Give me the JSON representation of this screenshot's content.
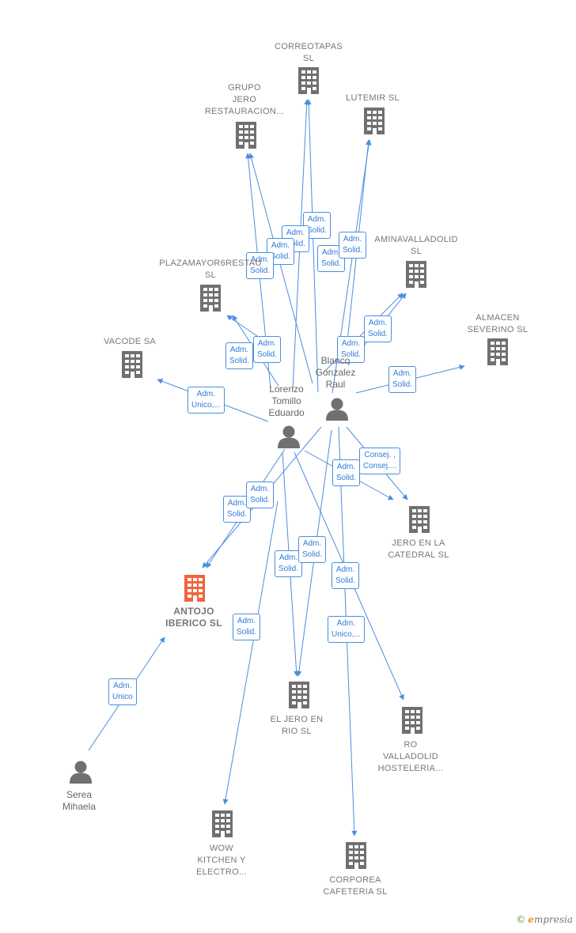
{
  "colors": {
    "edge": "#4a8ee0",
    "company": "#707070",
    "highlight": "#f0643c",
    "person": "#707070"
  },
  "companies": [
    {
      "id": "correotapas",
      "label": "CORREOTAPAS\nSL",
      "highlight": false
    },
    {
      "id": "grupo_jero",
      "label": "GRUPO\nJERO\nRESTAURACION...",
      "highlight": false
    },
    {
      "id": "lutemir",
      "label": "LUTEMIR  SL",
      "highlight": false
    },
    {
      "id": "caminavalladolid",
      "label": "AMINAVALLADOLID\nSL",
      "highlight": false
    },
    {
      "id": "plazamayor",
      "label": "PLAZAMAYOR6RESTAU\nSL",
      "highlight": false
    },
    {
      "id": "vacode",
      "label": "VACODE SA",
      "highlight": false
    },
    {
      "id": "almacen",
      "label": "ALMACEN\nSEVERINO  SL",
      "highlight": false
    },
    {
      "id": "jero_catedral",
      "label": "JERO EN LA\nCATEDRAL  SL",
      "highlight": false
    },
    {
      "id": "antojo",
      "label": "ANTOJO\nIBERICO  SL",
      "highlight": true
    },
    {
      "id": "el_jero_rio",
      "label": "EL JERO EN\nRIO  SL",
      "highlight": false
    },
    {
      "id": "ro_valladolid",
      "label": "RO\nVALLADOLID\nHOSTELERIA...",
      "highlight": false
    },
    {
      "id": "wow",
      "label": "WOW\nKITCHEN Y\nELECTRO...",
      "highlight": false
    },
    {
      "id": "corporea",
      "label": "CORPOREA\nCAFETERIA  SL",
      "highlight": false
    }
  ],
  "persons": [
    {
      "id": "blanco",
      "label": "Blanco\nGonzalez\nRaul"
    },
    {
      "id": "lorenzo",
      "label": "Lorenzo\nTomillo\nEduardo"
    },
    {
      "id": "serea",
      "label": "Serea\nMihaela"
    }
  ],
  "edges": [
    {
      "label": "Adm.\nSolid."
    },
    {
      "label": "Adm.\nSolid."
    },
    {
      "label": "Adm.\nSolid."
    },
    {
      "label": "Adm.\nSolid."
    },
    {
      "label": "Adm.\nSolid."
    },
    {
      "label": "Adm.\nSolid."
    },
    {
      "label": "Adm.\nSolid."
    },
    {
      "label": "Adm.\nSolid."
    },
    {
      "label": "Adm.\nSolid."
    },
    {
      "label": "Adm.\nSolid."
    },
    {
      "label": "Adm.\nSolid."
    },
    {
      "label": "Adm.\nUnico,..."
    },
    {
      "label": "Consej. ,\nConsej...."
    },
    {
      "label": "Adm.\nSolid."
    },
    {
      "label": "Adm.\nSolid."
    },
    {
      "label": "Adm.\nSolid."
    },
    {
      "label": "Adm.\nSolid."
    },
    {
      "label": "Adm.\nSolid."
    },
    {
      "label": "Adm.\nSolid."
    },
    {
      "label": "Adm.\nSolid."
    },
    {
      "label": "Adm.\nUnico,..."
    },
    {
      "label": "Adm.\nUnico"
    },
    {
      "label": "Adm.\nSolid."
    }
  ],
  "brand": {
    "copyright": "©",
    "initial": "e",
    "rest": "mpresia"
  }
}
